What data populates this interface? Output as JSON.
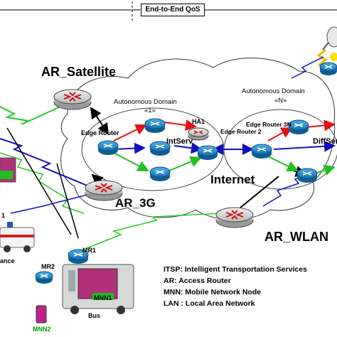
{
  "qos": {
    "label": "End-to-End QoS"
  },
  "domains": {
    "d1": {
      "line1": "Autonomous Domain",
      "line2": "«1»"
    },
    "dn": {
      "line1": "Autonomous Domain",
      "line2": "«N»"
    }
  },
  "routers": {
    "ar_satellite": "AR_Satellite",
    "ar_3g": "AR_3G",
    "ar_wlan": "AR_WLAN",
    "edge_router_1": "Edge Router",
    "edge_router_2": "Edge Router 2",
    "edge_router_3n": "Edge Router 3N",
    "ha1": "HA1",
    "intserv": "IntServ",
    "diffserv": "DiffSer"
  },
  "cloud": {
    "internet": "Internet"
  },
  "nodes": {
    "mr1": "MR1",
    "mr2": "MR2",
    "mnn2": "MNN2",
    "mnn1": "MNN1",
    "bus": "Bus",
    "ambulance": "ance",
    "r1": "1"
  },
  "legend": [
    "ITSP: Intelligent Transportation Services",
    "AR: Access Router",
    "MNN: Mobile Network Node",
    "LAN : Local Area Network"
  ],
  "colors": {
    "router_blue": "#1e88c8",
    "ar_gray": "#d9d9d9",
    "arrow_red": "#e01010",
    "arrow_green": "#20c020",
    "arrow_blue": "#1010c0",
    "wireless_green": "#22cc22",
    "bus_magenta": "#b0307a",
    "mnn2_magenta": "#c0208a",
    "label_green": "#00a000"
  }
}
